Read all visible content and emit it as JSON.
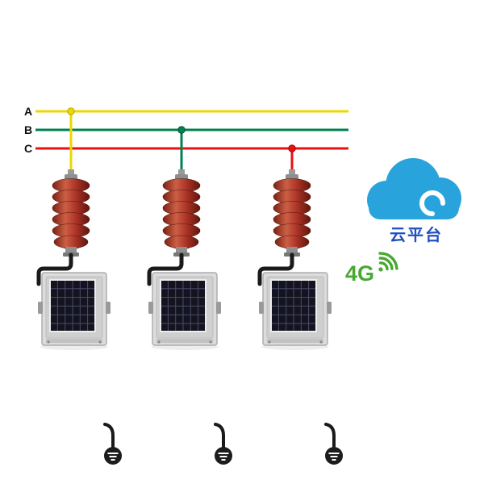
{
  "diagram": {
    "phases": [
      {
        "label": "A",
        "color": "#ecd800"
      },
      {
        "label": "B",
        "color": "#00804f"
      },
      {
        "label": "C",
        "color": "#ea1010"
      }
    ],
    "label_color": "#111111",
    "arrester": {
      "name": "surge-arrester",
      "color": "#a23122",
      "count": 3
    },
    "device": {
      "name": "solar-panel-monitoring-device",
      "body_color": "#dcdcdc",
      "panel_color": "#141420",
      "count": 3
    },
    "ground": {
      "name": "earth-ground-symbol",
      "color": "#1c1c1c",
      "count": 3
    },
    "cloud": {
      "label": "云平台",
      "color": "#29a3dc",
      "label_color": "#1f4fc0",
      "icon": "cloud-icon"
    },
    "network": {
      "label": "4G",
      "color": "#49a punto"
    },
    "network_fix": null
  }
}
